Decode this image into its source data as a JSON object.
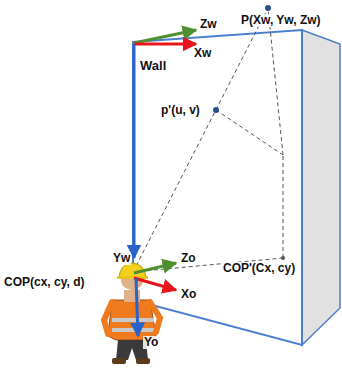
{
  "diagram": {
    "nodes": [
      {
        "text": [
          "Wall"
        ]
      }
    ],
    "labels": [
      "Zw",
      "Xw",
      "P(Xw, Yw, Zw)",
      "p'(u, v)",
      "Yw",
      "COP(cx, cy, d)",
      "COP'(Cx, cy)",
      "Zo",
      "Xo",
      "Yo"
    ]
  }
}
